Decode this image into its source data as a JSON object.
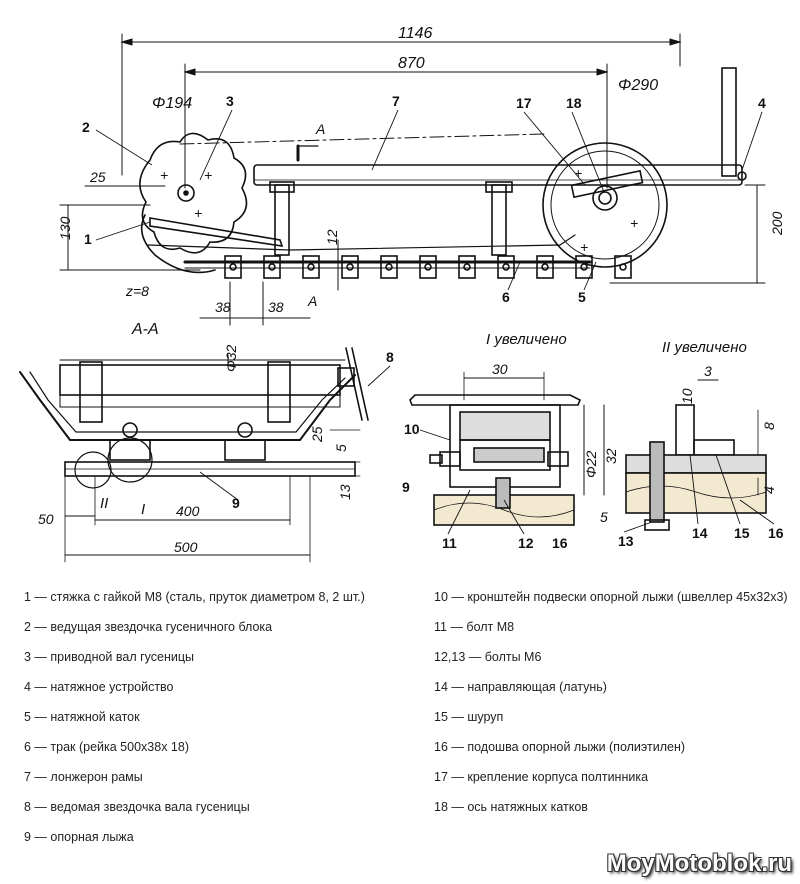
{
  "dimensions": {
    "d1146": "1146",
    "d870": "870",
    "d194": "Φ194",
    "d290": "Φ290",
    "d25": "25",
    "d130": "130",
    "d200": "200",
    "d12": "12",
    "d38a": "38",
    "d38b": "38",
    "z8": "z=8",
    "sectionA": "A",
    "sectionA2": "A",
    "sectionAA": "A-A",
    "d32": "Φ32",
    "d25b": "25",
    "d5": "5",
    "d13": "13",
    "d50": "50",
    "d400": "400",
    "d500": "500",
    "d30": "30",
    "d22": "Φ22",
    "d32b": "32",
    "d5b": "5",
    "d3": "3",
    "d10": "10",
    "d8": "8",
    "d4": "4"
  },
  "captions": {
    "detail1": "I увеличено",
    "detail2": "II увеличено",
    "mark1": "I",
    "mark2": "II"
  },
  "callouts": {
    "n1": "1",
    "n2": "2",
    "n3": "3",
    "n4": "4",
    "n5": "5",
    "n6": "6",
    "n7": "7",
    "n8": "8",
    "n9": "9",
    "n10": "10",
    "n11": "11",
    "n12": "12",
    "n13": "13",
    "n14": "14",
    "n15": "15",
    "n16": "16",
    "n17": "17",
    "n18": "18"
  },
  "legend": {
    "left": [
      "1 — стяжка с гайкой М8 (сталь, пруток диаметром 8, 2 шт.)",
      "2 — ведущая звездочка гусеничного блока",
      "3 — приводной вал гусеницы",
      "4 — натяжное устройство",
      "5 — натяжной каток",
      "6 — трак (рейка 500x38x 18)",
      "7 — лонжерон рамы",
      "8 — ведомая звездочка вала гусеницы",
      "9 — опорная лыжа"
    ],
    "right": [
      "10 — кронштейн подвески опорной лыжи (швеллер 45x32x3)",
      "11 — болт М8",
      "12,13 — болты М6",
      "14 — направляющая (латунь)",
      "15 — шуруп",
      "16 — подошва опорной лыжи (полиэтилен)",
      "17 — крепление корпуса полтинника",
      "18 — ось натяжных катков"
    ]
  },
  "watermark": "MoyMotoblok.ru"
}
